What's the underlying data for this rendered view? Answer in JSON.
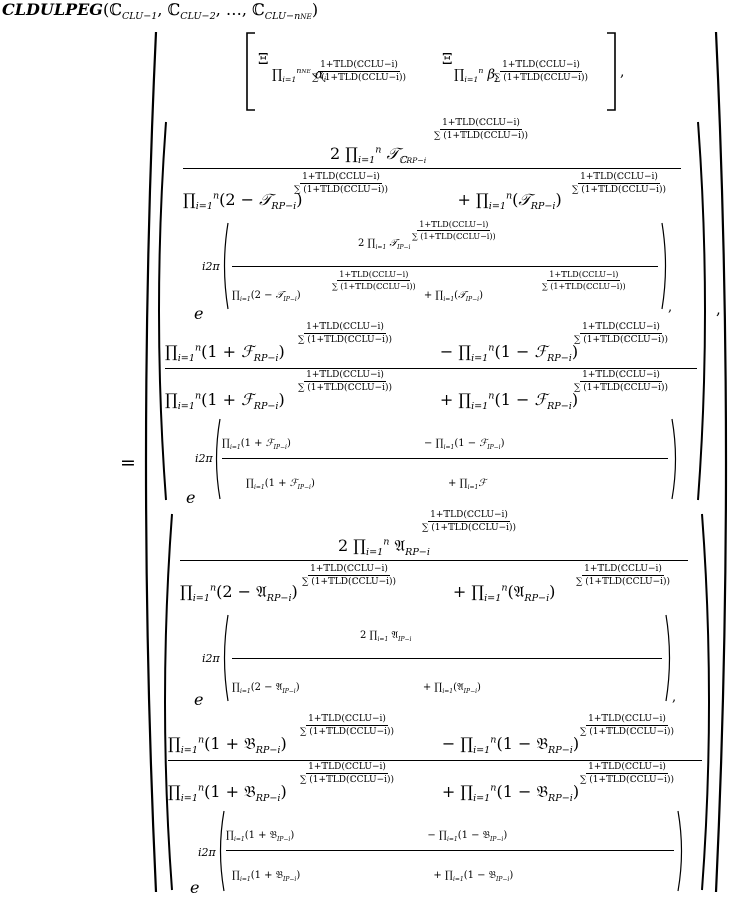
{
  "title": {
    "name": "CLDULPEG",
    "args": "(ℂ",
    "arg1_sub": "CLU−1",
    "sep": ", ℂ",
    "arg2_sub": "CLU−2",
    "dots": ", …, ℂ",
    "argn_sub": "CLU−",
    "argn_subsub": "n",
    "argn_subsubsub": "NE",
    "close": ")"
  },
  "equals": "=",
  "comma": ",",
  "weights": {
    "xi": "Ξ",
    "prod": "∏",
    "limits_bottom": "i=1",
    "limits_top": "n",
    "limits_top_sub": "NE",
    "alpha": "α",
    "beta": "β",
    "sub_i": "i",
    "exp_num": "(1+𝕋",
    "exp_num_sup": "LD",
    "exp_num_rest": "(ℂ",
    "exp_num_sub": "CLU−i",
    "exp_num_close": "))",
    "exp_den": "∑",
    "exp_den_rest": "(1+𝕋",
    "exp_den_close": "(ℂ",
    "exp_den_final": "))"
  },
  "weight_exponent": {
    "numerator": "1+𝕋LD(ℂCLU−i)",
    "denominator": "∑ (1+𝕋LD(ℂCLU−i))"
  },
  "block1": {
    "truth_num_lead": "2 ∏",
    "T_sym": "𝒯",
    "RP_sub": "ℂ",
    "RP_subsub": "RP−i",
    "IP_subsub": "IP−i",
    "two_minus": "(2 − ",
    "plus": " + ",
    "minus": " − ",
    "one_plus": "(1 + ",
    "one_minus": "(1 − ",
    "F_sym": "ℱ",
    "e": "e",
    "i2pi": "i2π"
  },
  "block2": {
    "A_sym": "𝔄",
    "B_sym": "𝔅"
  }
}
